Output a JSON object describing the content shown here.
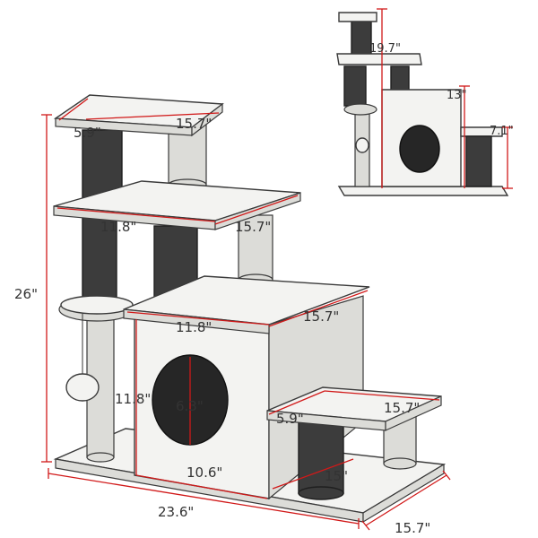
{
  "dimensions": {
    "main": {
      "top_platform_depth": "5.9\"",
      "top_platform_width": "15.7\"",
      "mid_platform_depth": "11.8\"",
      "mid_platform_width": "15.7\"",
      "total_height": "26\"",
      "condo_top_depth": "11.8\"",
      "condo_top_width": "15.7\"",
      "condo_height": "11.8\"",
      "hole_diameter": "6.3\"",
      "condo_base_width": "10.6\"",
      "step_depth": "5.9\"",
      "step_width": "15.7\"",
      "step_height": "15\"",
      "base_width": "23.6\"",
      "base_depth": "15.7\""
    },
    "inset": {
      "top_height": "19.7\"",
      "condo_height": "13\"",
      "step_height": "7.1\""
    }
  },
  "colors": {
    "dimension_line": "#d11919",
    "sketch_line": "#3a3a3a",
    "sisal_post": "#3c3c3c"
  }
}
